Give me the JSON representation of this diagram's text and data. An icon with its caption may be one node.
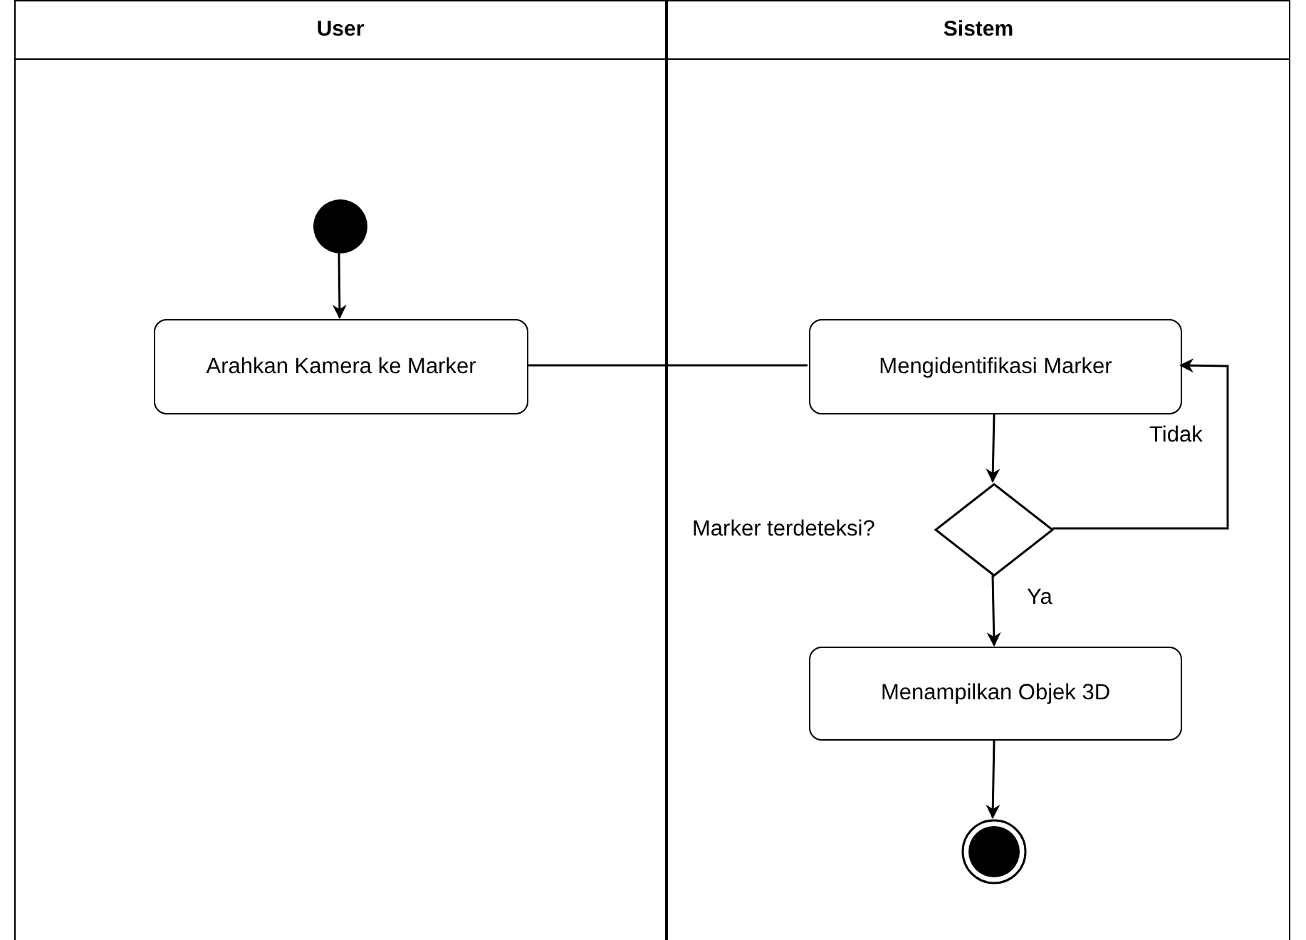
{
  "diagram": {
    "nodes": [
      {
        "text": [
          "User"
        ]
      },
      {
        "text": [
          "Sistem"
        ]
      },
      {
        "text": [],
        "shape": "circle",
        "in": 0
      },
      {
        "text": [
          "Arahkan Kamera ke Marker"
        ],
        "in": 0
      },
      {
        "text": [
          "Mengidentifikasi Marker"
        ],
        "in": 1
      },
      {
        "text": [],
        "shape": "diamond",
        "in": 1,
        "beside": [
          "Marker terdeteksi?"
        ]
      },
      {
        "text": [
          "Menampilkan Objek 3D"
        ],
        "in": 1
      },
      {
        "text": [],
        "shape": "bullseye",
        "in": 1
      }
    ],
    "edges": [
      {
        "from": 2,
        "to": 3,
        "arrow": "to"
      },
      {
        "from": 3,
        "to": 4,
        "arrow": "none"
      },
      {
        "from": 4,
        "to": 5,
        "arrow": "to"
      },
      {
        "from": 5,
        "to": 4,
        "arrow": "to",
        "label": "Tidak"
      },
      {
        "from": 5,
        "to": 6,
        "arrow": "to",
        "label": "Ya"
      },
      {
        "from": 6,
        "to": 7,
        "arrow": "to"
      }
    ]
  }
}
